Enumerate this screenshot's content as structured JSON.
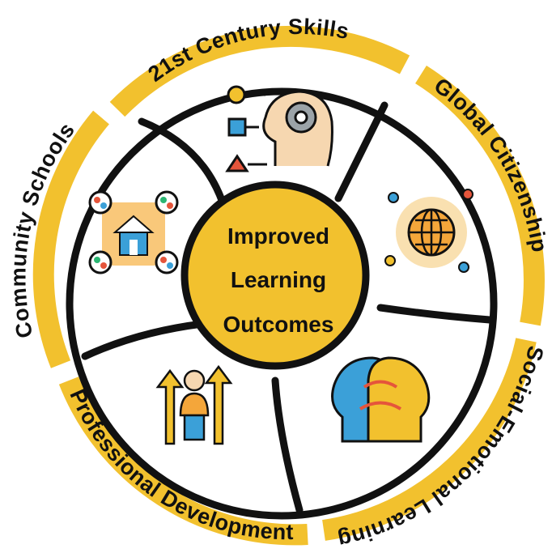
{
  "center": {
    "lines": [
      "Improved",
      "Learning",
      "Outcomes"
    ]
  },
  "segments": [
    {
      "key": "21st",
      "label": "21st Century Skills",
      "icon": "head-gear-shapes-icon"
    },
    {
      "key": "global",
      "label": "Global Citizenship",
      "icon": "globe-network-icon"
    },
    {
      "key": "sel",
      "label": "Social-Emotional Learning",
      "icon": "two-heads-icon"
    },
    {
      "key": "prof",
      "label": "Professional Development",
      "icon": "person-growth-arrows-icon"
    },
    {
      "key": "comm",
      "label": "Community Schools",
      "icon": "home-network-icon"
    }
  ],
  "colors": {
    "gold": "#F2C12E",
    "black": "#111111",
    "white": "#FFFFFF",
    "blue": "#3BA0D8",
    "red": "#E5553B",
    "orange": "#F4A63A"
  }
}
